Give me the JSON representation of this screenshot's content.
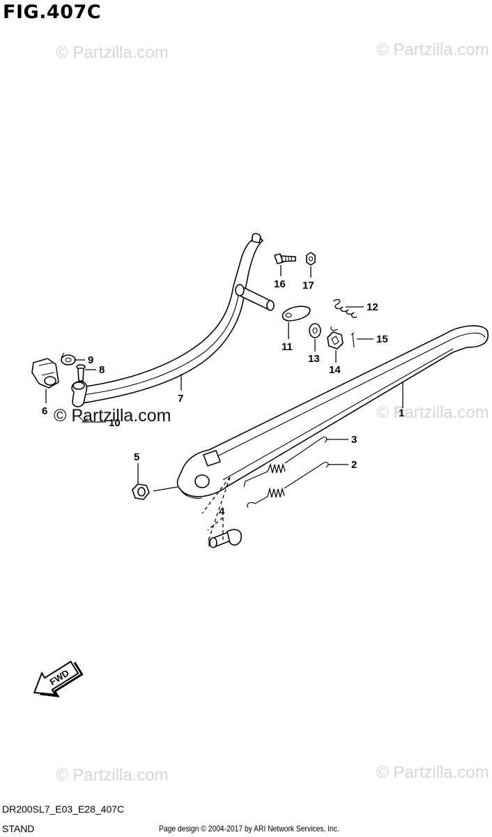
{
  "figure": {
    "title": "FIG.407C"
  },
  "watermarks": {
    "text": "© Partzilla.com",
    "prominent_text": "© Partzilla.com"
  },
  "callouts": [
    {
      "id": "1",
      "label": "1"
    },
    {
      "id": "2",
      "label": "2"
    },
    {
      "id": "3",
      "label": "3"
    },
    {
      "id": "4",
      "label": "4"
    },
    {
      "id": "5",
      "label": "5"
    },
    {
      "id": "6",
      "label": "6"
    },
    {
      "id": "7",
      "label": "7"
    },
    {
      "id": "8",
      "label": "8"
    },
    {
      "id": "9",
      "label": "9"
    },
    {
      "id": "10",
      "label": "10"
    },
    {
      "id": "11",
      "label": "11"
    },
    {
      "id": "12",
      "label": "12"
    },
    {
      "id": "13",
      "label": "13"
    },
    {
      "id": "14",
      "label": "14"
    },
    {
      "id": "15",
      "label": "15"
    },
    {
      "id": "16",
      "label": "16"
    },
    {
      "id": "17",
      "label": "17"
    }
  ],
  "fwd_arrow": {
    "label": "FWD"
  },
  "footer": {
    "diagram_code": "DR200SL7_E03_E28_407C",
    "section_name": "STAND",
    "copyright": "Page design © 2004-2017 by ARI Network Services, Inc."
  }
}
